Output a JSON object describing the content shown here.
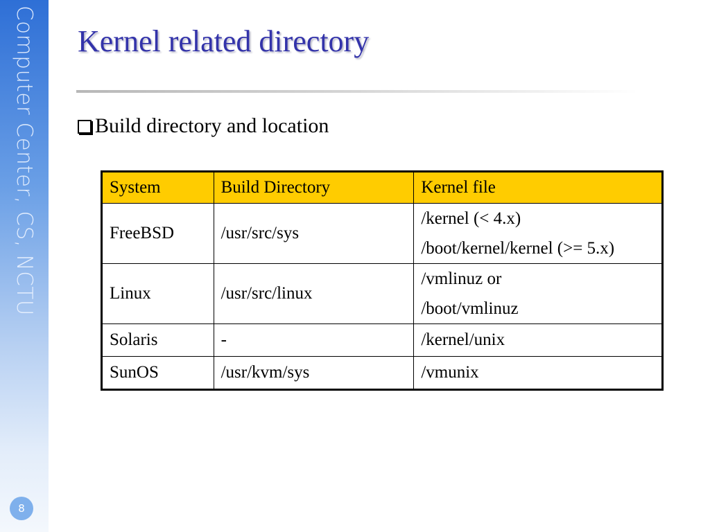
{
  "sidebar": {
    "text": "Computer Center, CS, NCTU",
    "page_number": "8"
  },
  "title": "Kernel related directory",
  "bullet": "Build directory and location",
  "table": {
    "headers": [
      "System",
      "Build Directory",
      "Kernel file"
    ],
    "rows": [
      {
        "system": "FreeBSD",
        "build_dir": "/usr/src/sys",
        "kernel": [
          "/kernel (< 4.x)",
          "/boot/kernel/kernel (>= 5.x)"
        ]
      },
      {
        "system": "Linux",
        "build_dir": "/usr/src/linux",
        "kernel": [
          "/vmlinuz or",
          "/boot/vmlinuz"
        ]
      },
      {
        "system": "Solaris",
        "build_dir": "-",
        "kernel": [
          "/kernel/unix"
        ]
      },
      {
        "system": "SunOS",
        "build_dir": "/usr/kvm/sys",
        "kernel": [
          "/vmunix"
        ]
      }
    ]
  },
  "colors": {
    "title": "#3333aa",
    "header_fill": "#ffcc00",
    "sidebar": "#2e6fd6"
  },
  "icons": {
    "bullet": "checkbox-icon"
  }
}
